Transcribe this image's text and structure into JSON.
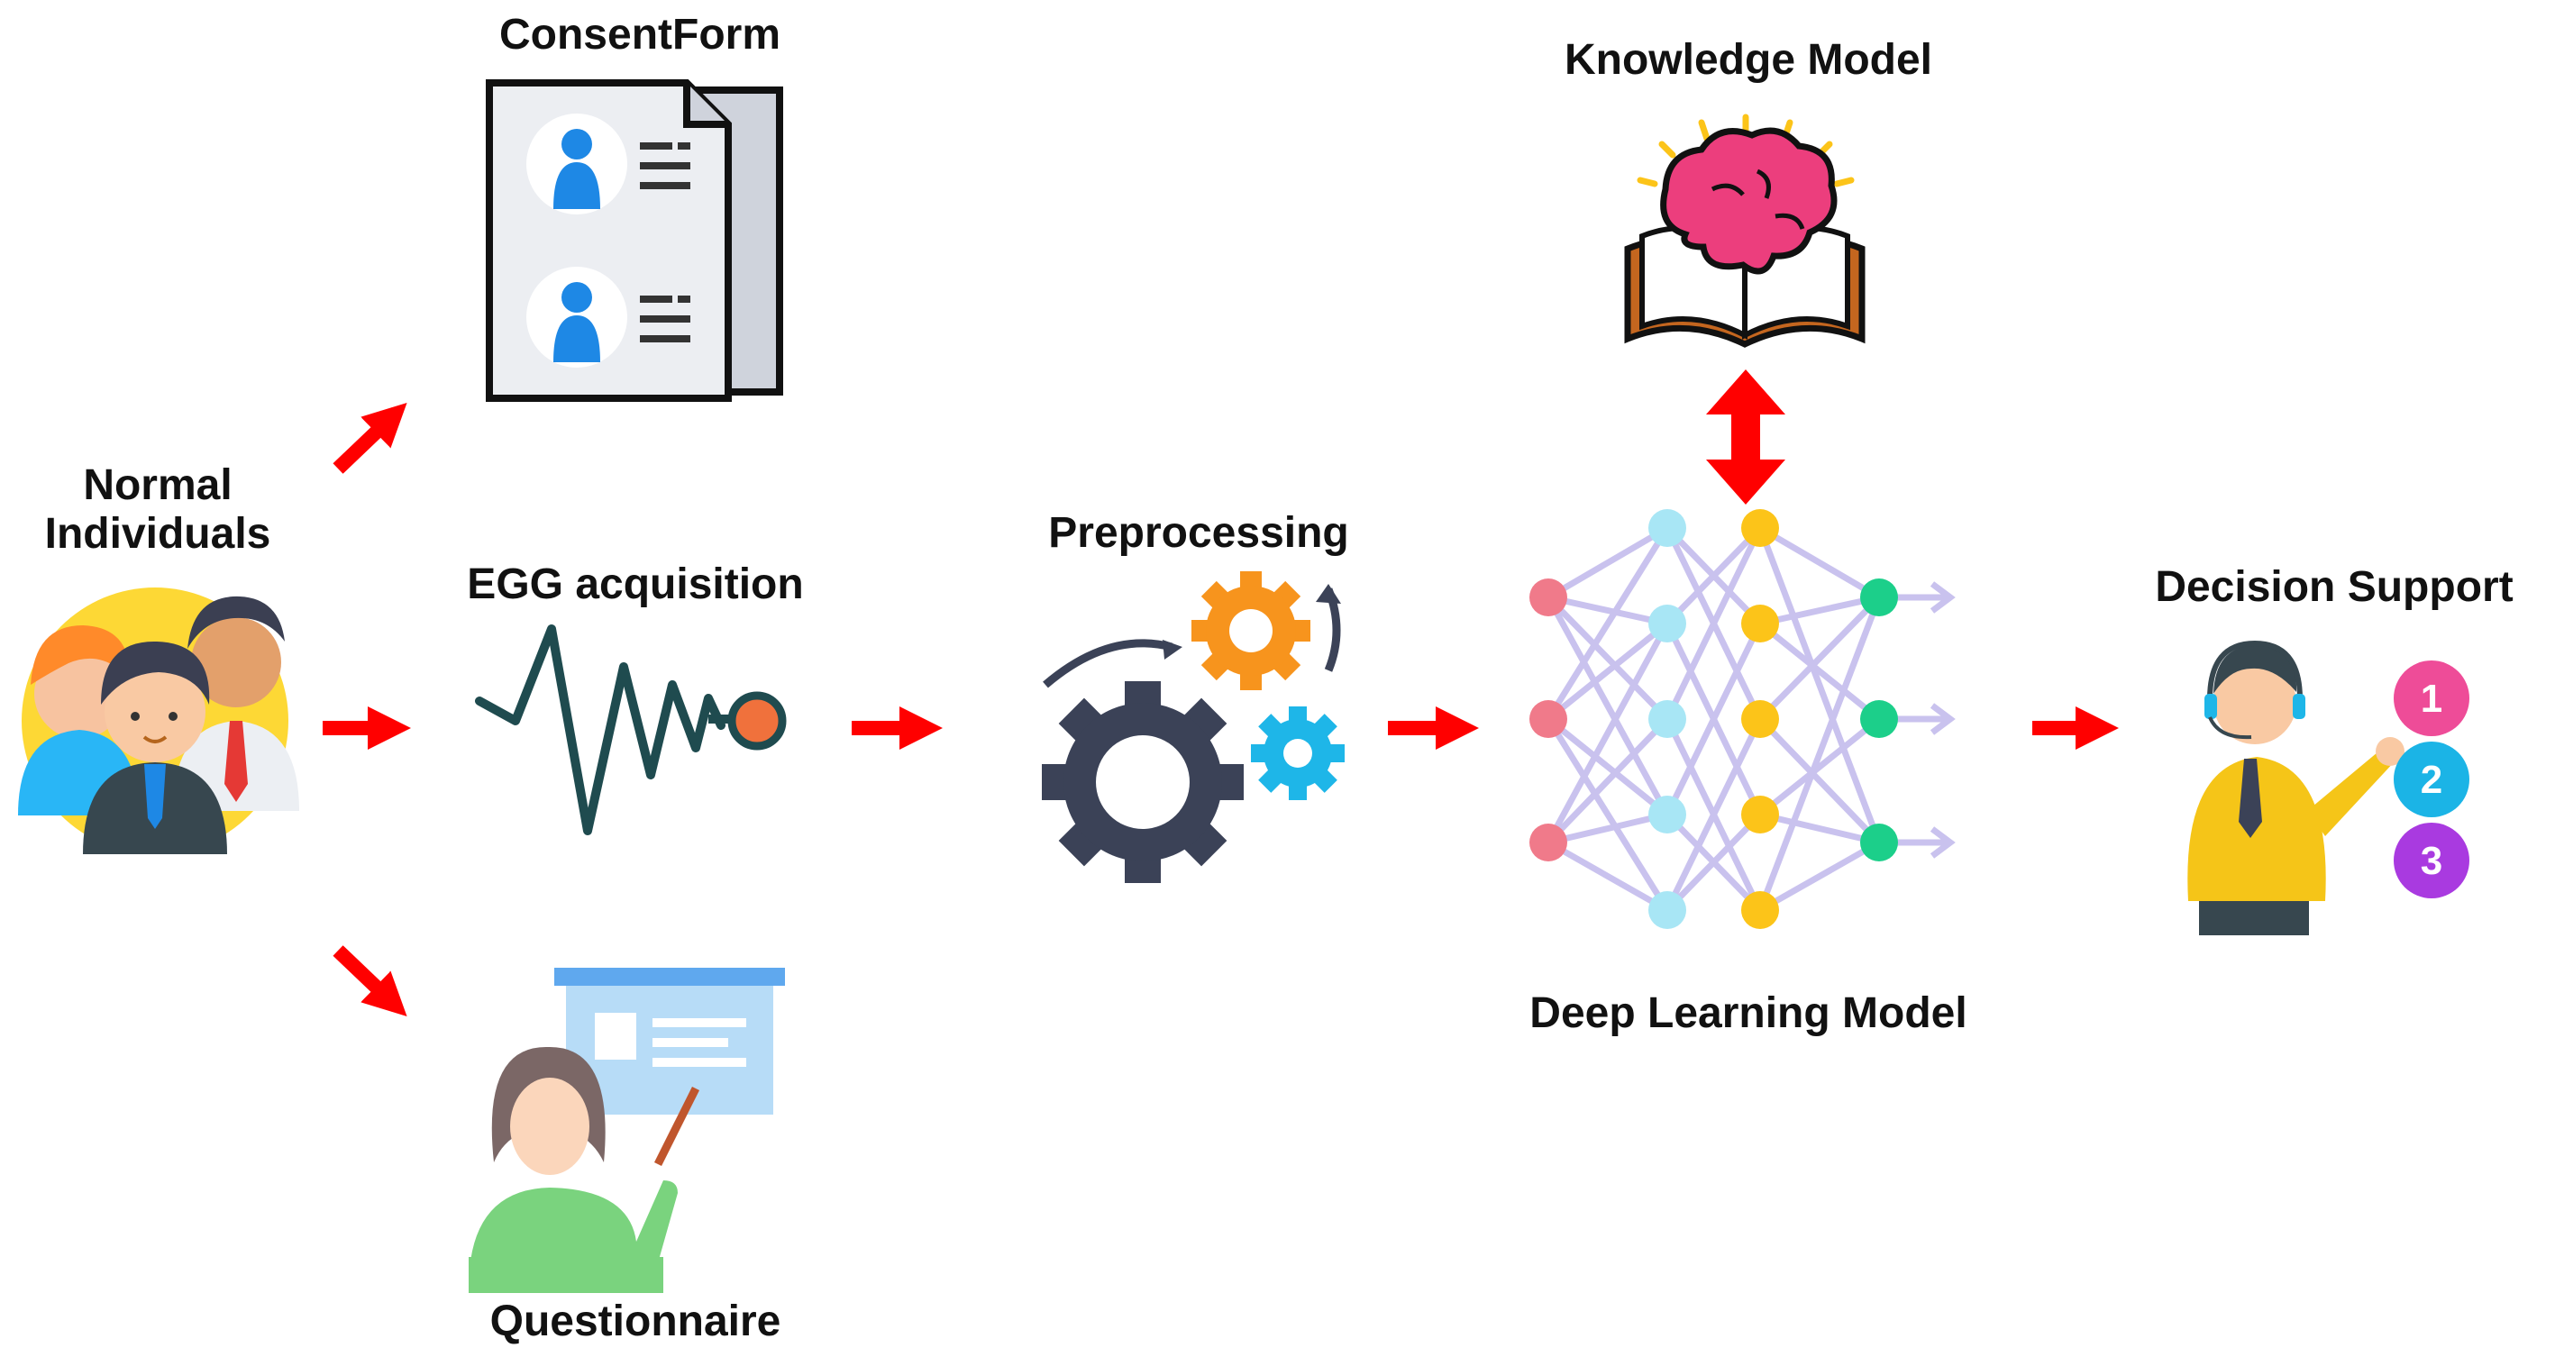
{
  "labels": {
    "normal_individuals_line1": "Normal",
    "normal_individuals_line2": "Individuals",
    "consent_form": "ConsentForm",
    "egg_acquisition": "EGG acquisition",
    "questionnaire": "Questionnaire",
    "preprocessing": "Preprocessing",
    "knowledge_model": "Knowledge Model",
    "deep_learning_model": "Deep Learning Model",
    "decision_support": "Decision Support"
  },
  "decision_options": [
    "1",
    "2",
    "3"
  ],
  "colors": {
    "arrow": "#ff0000",
    "gear_dark": "#3b4257",
    "gear_orange": "#f7941d",
    "gear_cyan": "#1eb6e8",
    "node_pink": "#f07a8a",
    "node_cyan": "#a8e6f5",
    "node_yellow": "#fcc419",
    "node_green": "#1ccf8a",
    "edge": "#c9c2ee",
    "brain": "#ec3e7d",
    "option_1": "#ee4c98",
    "option_2": "#1bb4e6",
    "option_3": "#a93ae0"
  },
  "icons": [
    "people-group-icon",
    "consent-form-icon",
    "signal-wave-icon",
    "teacher-board-icon",
    "gears-icon",
    "brain-book-icon",
    "neural-network-icon",
    "support-agent-icon"
  ]
}
